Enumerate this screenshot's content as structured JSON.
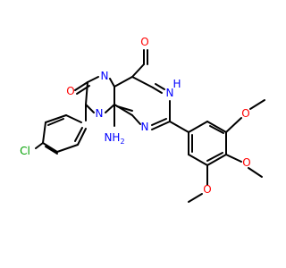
{
  "colors": {
    "background": "#ffffff",
    "bond": "#000000",
    "carbon": "#000000",
    "nitrogen": "#0000ff",
    "oxygen": "#ff0000",
    "chlorine": "#00a000"
  },
  "atoms": {
    "o_top": "O",
    "o_left": "O",
    "n_top": "N",
    "n_left": "N",
    "n_bottom": "N",
    "nh_right": "N",
    "h_right": "H",
    "amino": "NH",
    "amino_sub": "2",
    "cl": "Cl",
    "o_methoxy_1": "O",
    "o_methoxy_2": "O",
    "o_methoxy_3": "O"
  }
}
